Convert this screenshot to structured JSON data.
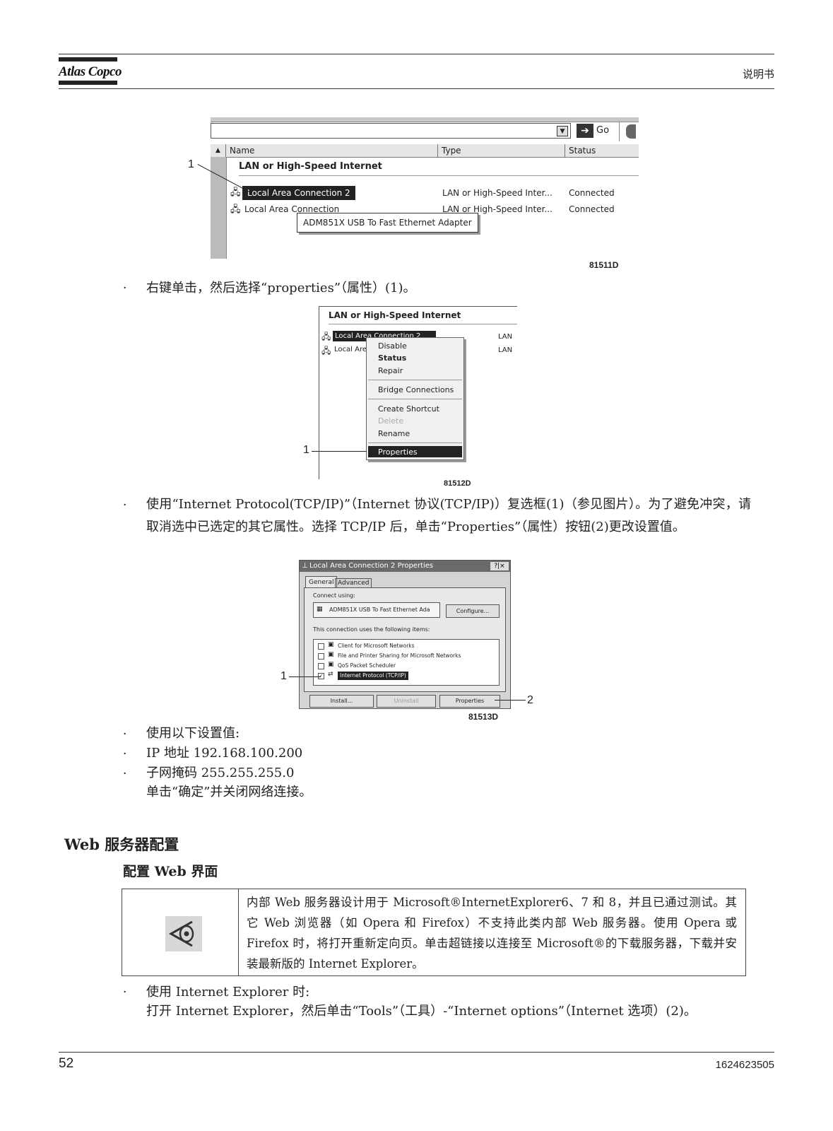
{
  "header": {
    "logo_text": "Atlas Copco",
    "title": "说明书"
  },
  "figure1": {
    "go_label": "Go",
    "columns": [
      "Name",
      "Type",
      "Status"
    ],
    "group_title": "LAN or High-Speed Internet",
    "rows": [
      {
        "name": "Local Area Connection 2",
        "type": "LAN or High-Speed Inter...",
        "status": "Connected"
      },
      {
        "name": "Local Area Connection",
        "type": "LAN or High-Speed Inter...",
        "status": "Connected"
      }
    ],
    "tooltip": "ADM851X USB To Fast Ethernet Adapter",
    "callout_1": "1",
    "figure_id": "81511D"
  },
  "step1": "右键单击，然后选择“properties”（属性）(1)。",
  "figure2": {
    "group_title": "LAN or High-Speed Internet",
    "row1": "Local Area Connection 2",
    "row2": "Local Area Connection",
    "lan_label": "LAN",
    "menu": [
      "Disable",
      "Status",
      "Repair",
      "Bridge Connections",
      "Create Shortcut",
      "Delete",
      "Rename",
      "Properties"
    ],
    "callout_1": "1",
    "figure_id": "81512D"
  },
  "step2": "使用“Internet Protocol(TCP/IP)”（Internet 协议(TCP/IP)）复选框(1)（参见图片）。为了避免冲突，请取消选中已选定的其它属性。选择 TCP/IP 后，单击“Properties”（属性）按钮(2)更改设置值。",
  "figure3": {
    "title": "Local Area Connection 2 Properties",
    "title_buttons": "?|×",
    "tabs": [
      "General",
      "Advanced"
    ],
    "connect_using_label": "Connect using:",
    "adapter": "ADM851X USB To Fast Ethernet Ada",
    "configure_label": "Configure...",
    "items_label": "This connection uses the following items:",
    "items": [
      "Client for Microsoft Networks",
      "File and Printer Sharing for Microsoft Networks",
      "QoS Packet Scheduler",
      "Internet Protocol (TCP/IP)"
    ],
    "buttons": [
      "Install...",
      "Uninstall",
      "Properties"
    ],
    "callout_1": "1",
    "callout_2": "2",
    "figure_id": "81513D"
  },
  "settings": {
    "intro": "使用以下设置值:",
    "ip": "IP 地址 192.168.100.200",
    "mask": "子网掩码 255.255.255.0",
    "close": "单击“确定”并关闭网络连接。"
  },
  "section_title": "Web 服务器配置",
  "subsection_title": "配置 Web 界面",
  "note": {
    "icon": "eye-icon",
    "text": "内部 Web 服务器设计用于 Microsoft®InternetExplorer6、7 和 8，并且已通过测试。其它 Web 浏览器（如 Opera 和 Firefox）不支持此类内部 Web 服务器。使用 Opera 或 Firefox 时，将打开重新定向页。单击超链接以连接至 Microsoft®的下载服务器，下载并安装最新版的 Internet Explorer。"
  },
  "step_ie": {
    "title": "使用 Internet Explorer 时:",
    "text": "打开 Internet Explorer，然后单击“Tools”（工具）-“Internet options”（Internet 选项）(2)。"
  },
  "footer": {
    "page": "52",
    "doc_number": "1624623505"
  }
}
